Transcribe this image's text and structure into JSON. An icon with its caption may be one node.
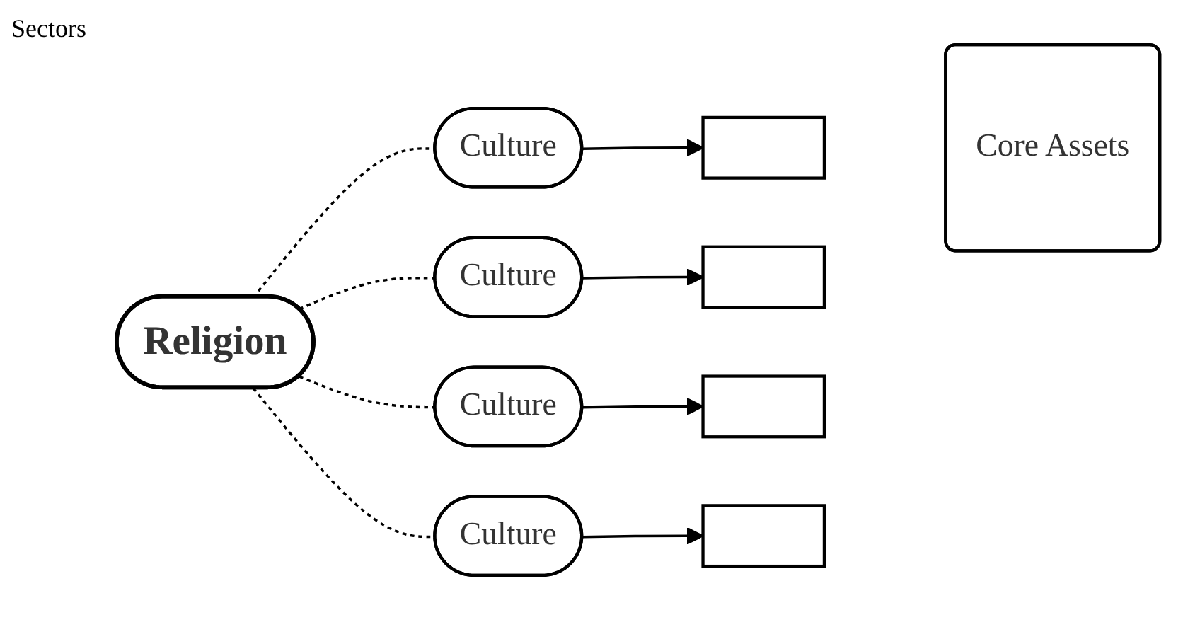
{
  "diagram": {
    "nodes": [
      {
        "text": [
          "Religion"
        ]
      },
      {
        "text": [
          "Culture"
        ]
      },
      {
        "text": [
          "Culture"
        ]
      },
      {
        "text": [
          "Culture"
        ]
      },
      {
        "text": [
          "Culture"
        ]
      },
      {
        "text": [],
        "shape": "box"
      },
      {
        "text": [],
        "shape": "box"
      },
      {
        "text": [],
        "shape": "box"
      },
      {
        "text": [],
        "shape": "box"
      },
      {
        "text": [
          "Core Assets"
        ]
      }
    ],
    "edges": [
      {
        "from": 0,
        "to": 1,
        "arrow": "none",
        "style": "dashed"
      },
      {
        "from": 0,
        "to": 2,
        "arrow": "none",
        "style": "dashed"
      },
      {
        "from": 0,
        "to": 3,
        "arrow": "none",
        "style": "dashed"
      },
      {
        "from": 0,
        "to": 4,
        "arrow": "none",
        "style": "dashed"
      },
      {
        "from": 1,
        "to": 5,
        "arrow": "to"
      },
      {
        "from": 2,
        "to": 6,
        "arrow": "to"
      },
      {
        "from": 3,
        "to": 7,
        "arrow": "to"
      },
      {
        "from": 4,
        "to": 8,
        "arrow": "to"
      }
    ],
    "labels": [
      "Sectors"
    ]
  }
}
